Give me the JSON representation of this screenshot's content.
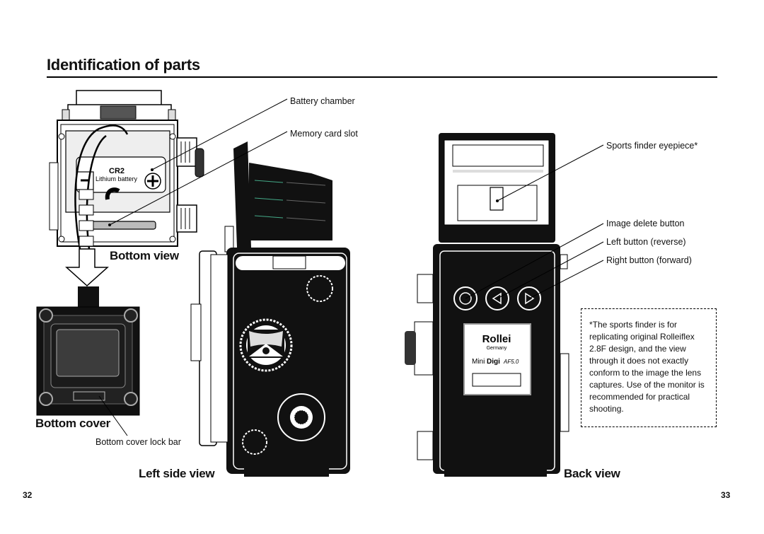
{
  "page": {
    "title": "Identification of parts",
    "left_page_number": "32",
    "right_page_number": "33"
  },
  "callouts": {
    "battery_chamber": "Battery chamber",
    "memory_card_slot": "Memory card slot",
    "sports_finder_eyepiece": "Sports finder eyepiece*",
    "image_delete_button": "Image delete button",
    "left_button": "Left button (reverse)",
    "right_button": "Right button (forward)",
    "bottom_cover_lock_bar": "Bottom cover lock bar"
  },
  "headings": {
    "bottom_view": "Bottom view",
    "bottom_cover": "Bottom cover",
    "left_side_view": "Left side view",
    "back_view": "Back view"
  },
  "note": "*The sports finder is for replicating original Rolleiflex 2.8F design, and the view through it does not exactly conform to the image the lens captures. Use of the monitor is recommended for practical shooting.",
  "illustration_labels": {
    "battery_type": "CR2",
    "battery_desc": "Lithium battery",
    "brand": "Rollei",
    "country": "Germany",
    "model_a": "Mini",
    "model_b": "Digi",
    "model_c": "AF5.0"
  }
}
